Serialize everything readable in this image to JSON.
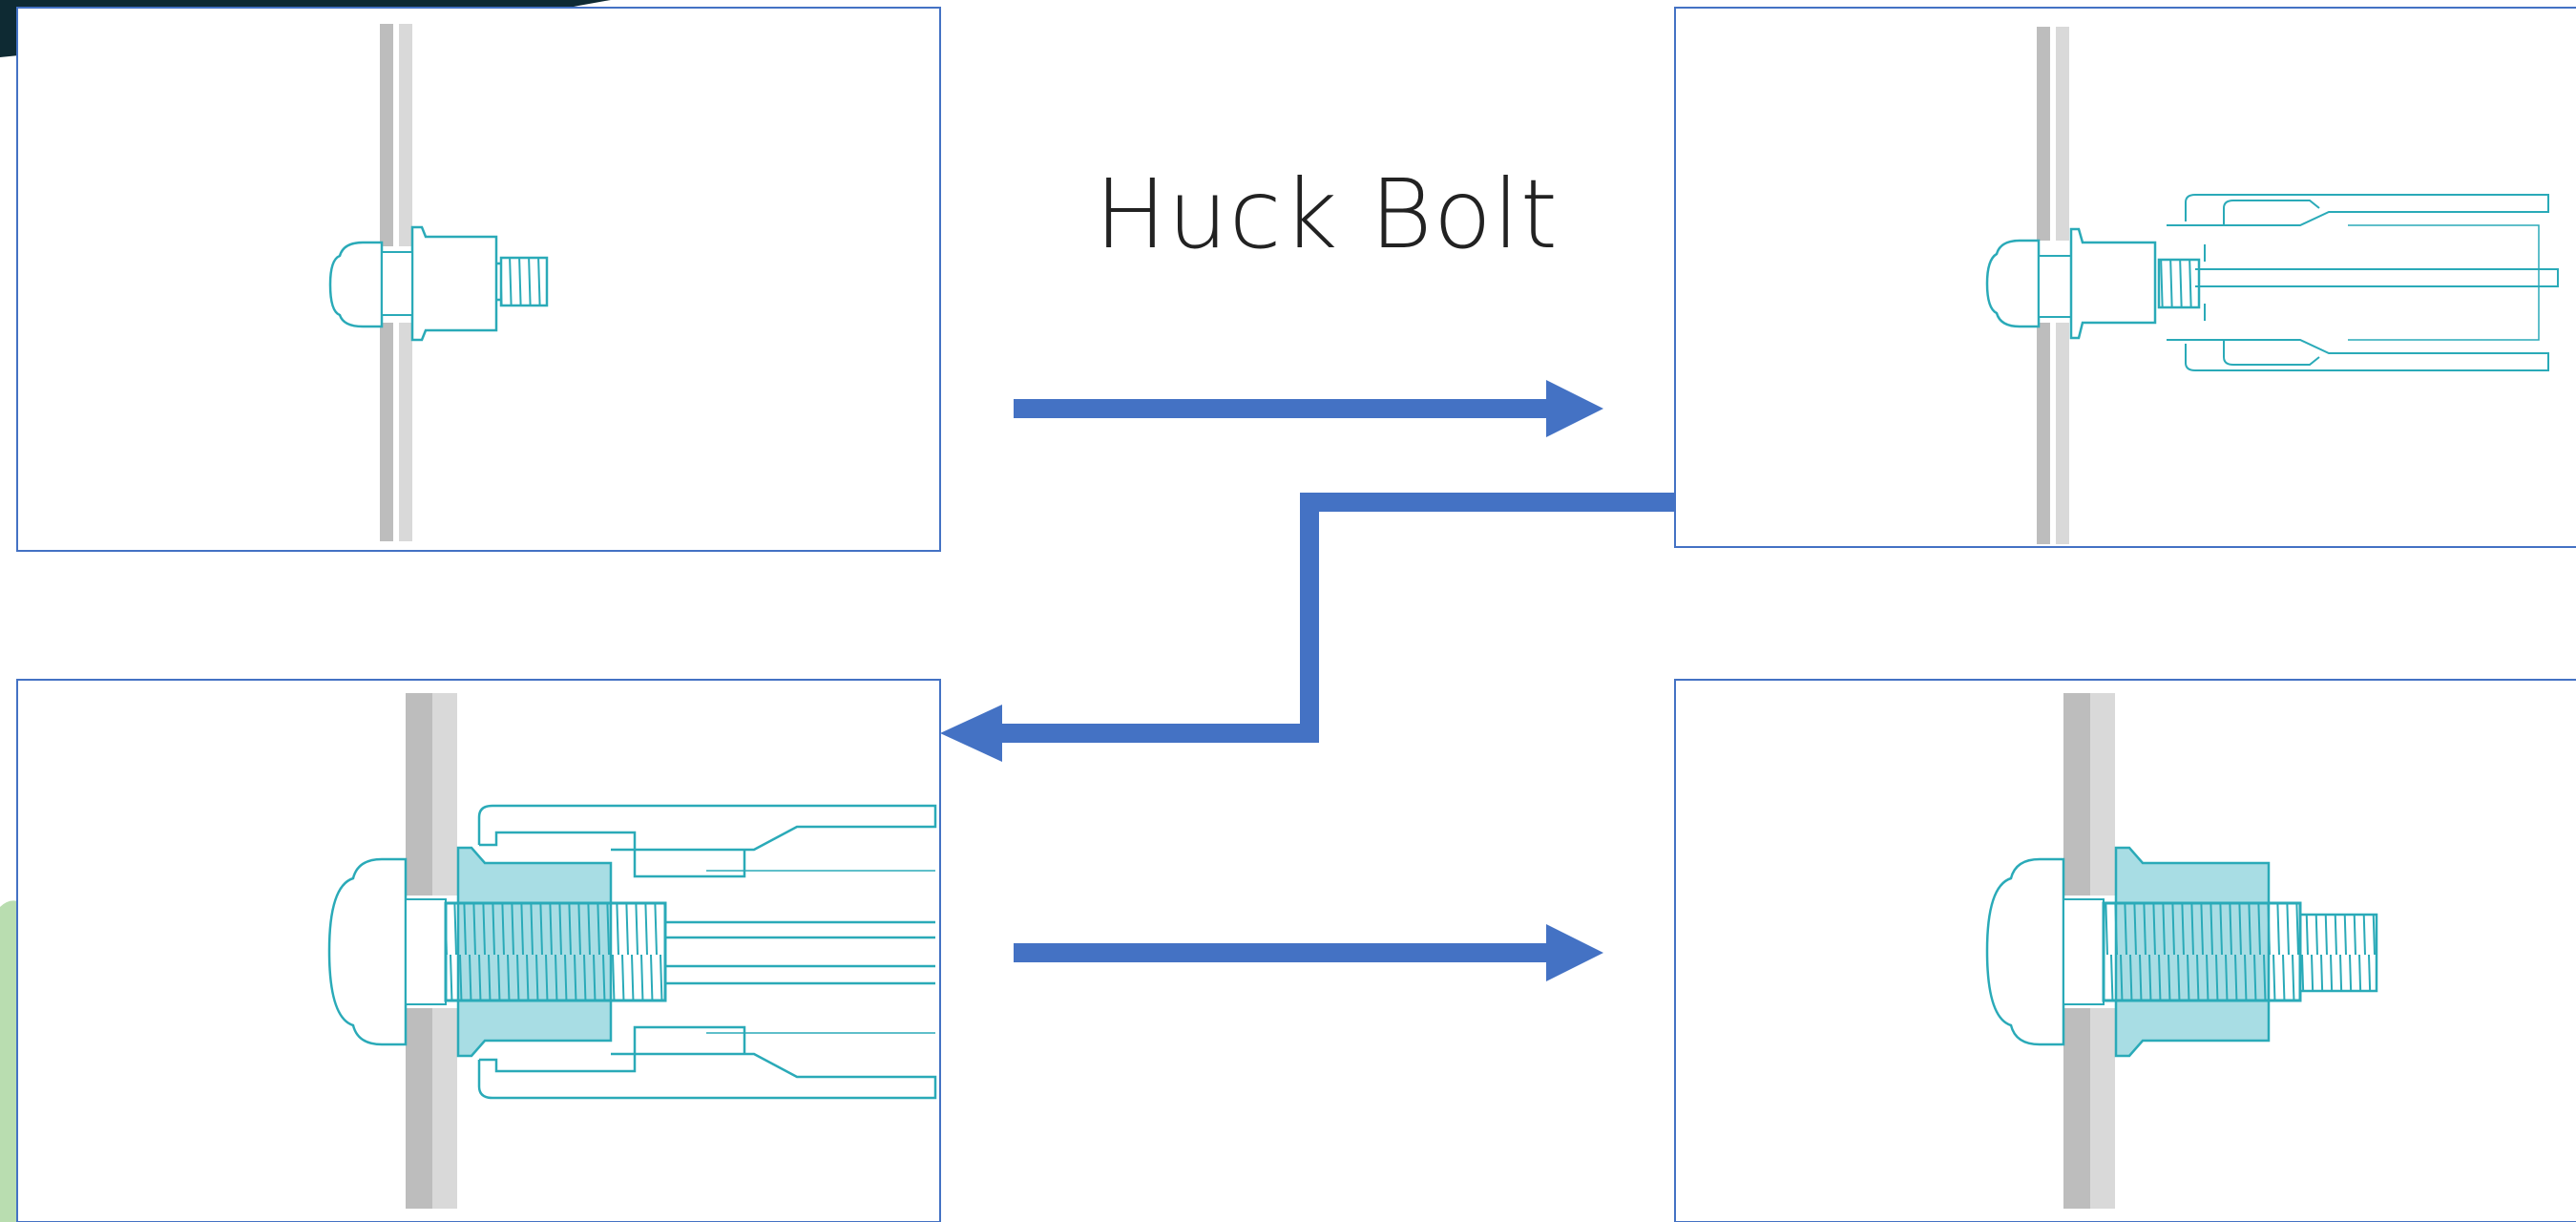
{
  "title": "Huck Bolt",
  "colors": {
    "arrow": "#4472C4",
    "panel_border": "#4472C4",
    "fastener_line": "#2AAAB8",
    "fastener_fill": "#A8DDE4",
    "plate_dark": "#BDBDBD",
    "plate_light": "#D9D9D9",
    "corner_dark": "#0E2A33",
    "corner_green": "#B9DDB0"
  },
  "panels": [
    {
      "name": "step-1-insert-pin"
    },
    {
      "name": "step-2-tool-applied"
    },
    {
      "name": "step-3-collar-swaged"
    },
    {
      "name": "step-4-installed-fastener"
    }
  ]
}
